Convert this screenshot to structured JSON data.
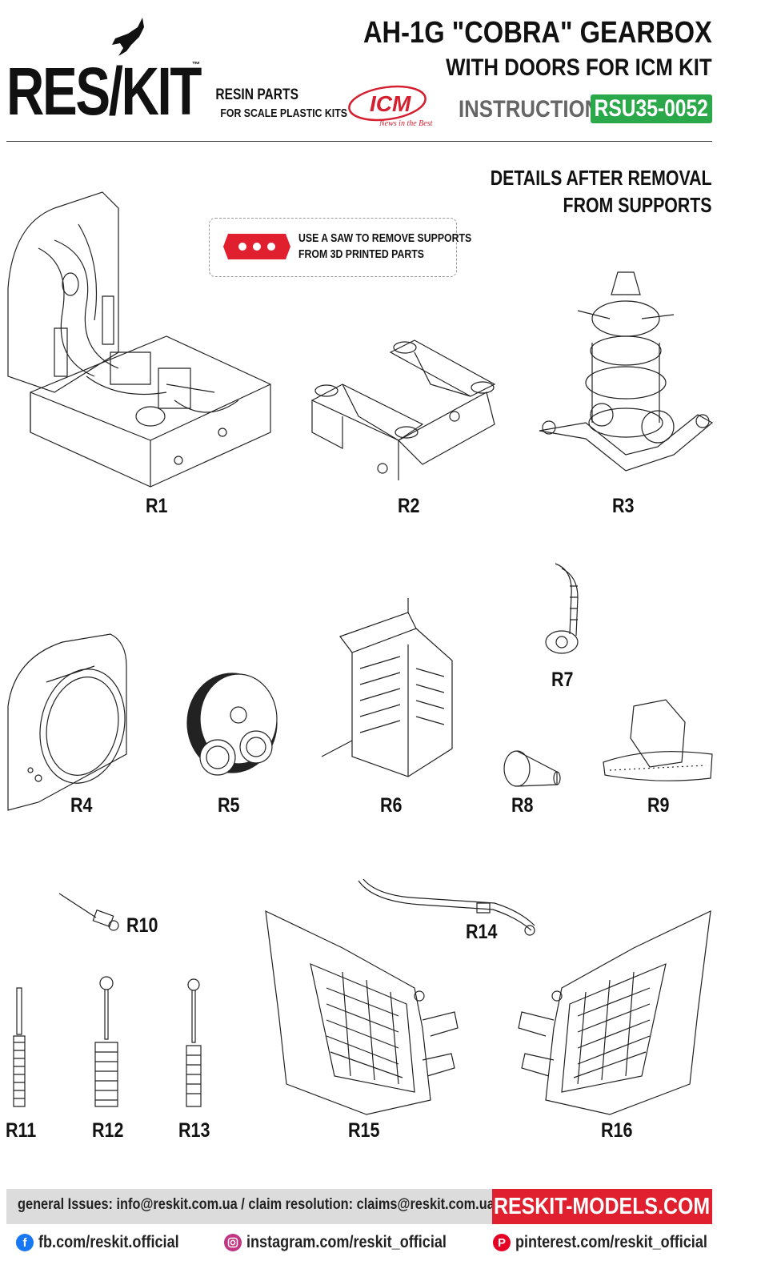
{
  "brand": {
    "logo_text": "RES/KIT",
    "trademark": "™",
    "tagline_line1": "RESIN PARTS",
    "tagline_line2": "FOR SCALE PLASTIC KITS"
  },
  "partner_logo": {
    "name": "ICM",
    "slogan": "News in the Best"
  },
  "header": {
    "title_line1": "AH-1G \"COBRA\" GEARBOX",
    "title_line2": "WITH DOORS FOR ICM KIT",
    "instruction_label": "INSTRUCTION",
    "product_code": "RSU35-0052"
  },
  "notes": {
    "details_line1": "DETAILS AFTER REMOVAL",
    "details_line2": "FROM SUPPORTS",
    "saw_line1": "USE A SAW TO REMOVE SUPPORTS",
    "saw_line2": "FROM 3D PRINTED PARTS"
  },
  "parts": {
    "r1": "R1",
    "r2": "R2",
    "r3": "R3",
    "r4": "R4",
    "r5": "R5",
    "r6": "R6",
    "r7": "R7",
    "r8": "R8",
    "r9": "R9",
    "r10": "R10",
    "r11": "R11",
    "r12": "R12",
    "r13": "R13",
    "r14": "R14",
    "r15": "R15",
    "r16": "R16"
  },
  "footer": {
    "contact": "general Issues: info@reskit.com.ua / claim resolution: claims@reskit.com.ua",
    "website": "RESKIT-MODELS.COM",
    "facebook": "fb.com/reskit.official",
    "instagram": "instagram.com/reskit_official",
    "pinterest": "pinterest.com/reskit_official"
  },
  "colors": {
    "accent_green": "#2ba84a",
    "accent_red": "#e0202f",
    "facebook_blue": "#1877f2",
    "instagram_pink": "#c13584",
    "pinterest_red": "#e60023"
  },
  "icons": [
    "jet-silhouette-icon",
    "saw-dots-icon",
    "facebook-icon",
    "instagram-icon",
    "pinterest-icon"
  ]
}
